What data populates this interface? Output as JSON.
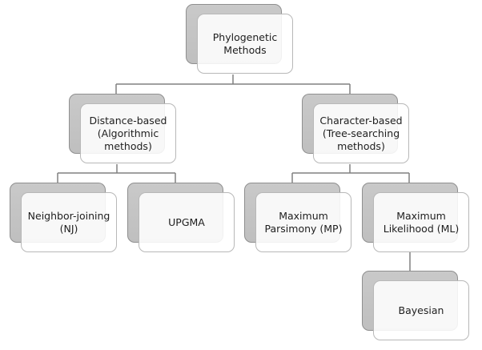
{
  "diagram": {
    "type": "hierarchy",
    "colors": {
      "shadow_fill": "#c4c4c4",
      "shadow_border": "#8f8f8f",
      "front_fill": "#ffffff",
      "front_border": "#b8b8b8",
      "connector": "#808080",
      "text": "#1e1e1e"
    },
    "nodes": {
      "root": {
        "label": "Phylogenetic\nMethods"
      },
      "distance": {
        "label": "Distance-based\n(Algorithmic\nmethods)",
        "parent": "root"
      },
      "character": {
        "label": "Character-based\n(Tree-searching\nmethods)",
        "parent": "root"
      },
      "nj": {
        "label": "Neighbor-joining\n(NJ)",
        "parent": "distance"
      },
      "upgma": {
        "label": "UPGMA",
        "parent": "distance"
      },
      "mp": {
        "label": "Maximum\nParsimony (MP)",
        "parent": "character"
      },
      "ml": {
        "label": "Maximum\nLikelihood (ML)",
        "parent": "character"
      },
      "bayesian": {
        "label": "Bayesian",
        "parent": "ml"
      }
    }
  }
}
